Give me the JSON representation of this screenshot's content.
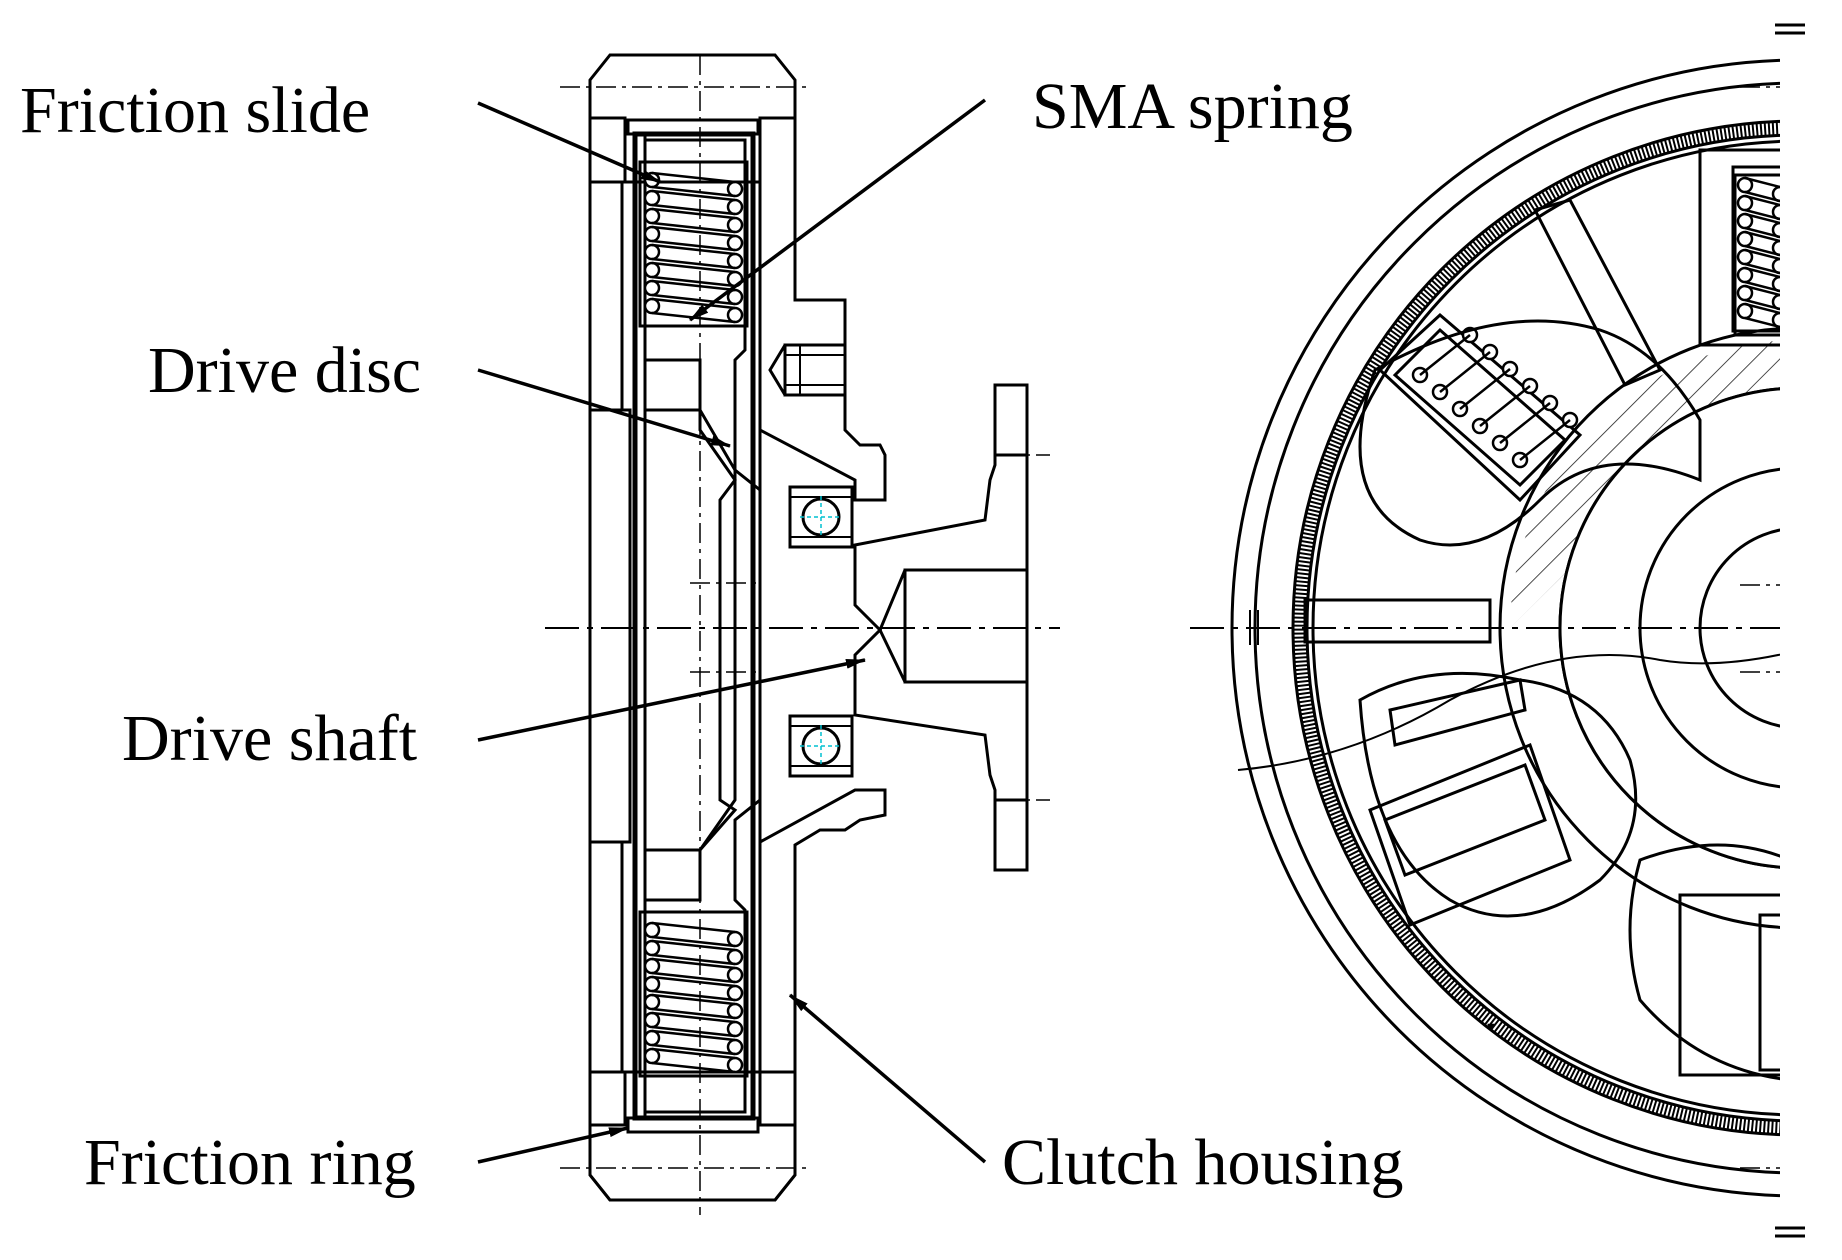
{
  "labels": {
    "friction_slide": "Friction slide",
    "sma_spring": "SMA spring",
    "drive_disc": "Drive disc",
    "drive_shaft": "Drive shaft",
    "friction_ring": "Friction ring",
    "clutch_housing": "Clutch housing"
  },
  "colors": {
    "line": "#000000",
    "center_mark": "#00c0d0",
    "background": "#ffffff"
  }
}
